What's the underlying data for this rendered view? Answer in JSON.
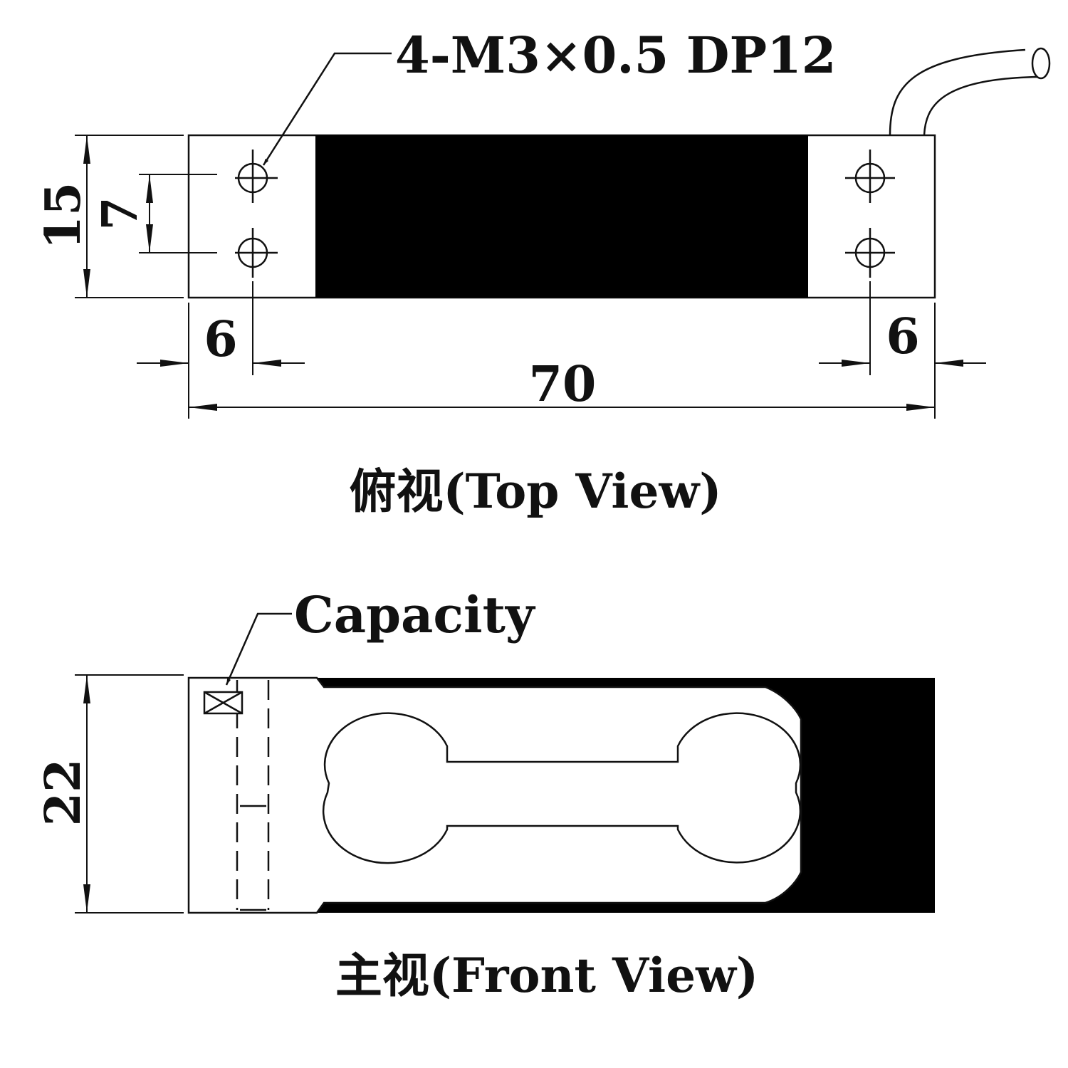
{
  "top_view": {
    "caption": "俯视(Top View)",
    "hole_callout": "4-M3×0.5 DP12",
    "dims": {
      "height_total": "15",
      "hole_spacing": "7",
      "left_offset": "6",
      "right_offset": "6",
      "length_total": "70"
    }
  },
  "front_view": {
    "caption": "主视(Front View)",
    "capacity_label": "Capacity",
    "dims": {
      "height_total": "22"
    }
  },
  "colors": {
    "ink": "#111111",
    "fill_dark": "#000000",
    "background": "#ffffff"
  }
}
